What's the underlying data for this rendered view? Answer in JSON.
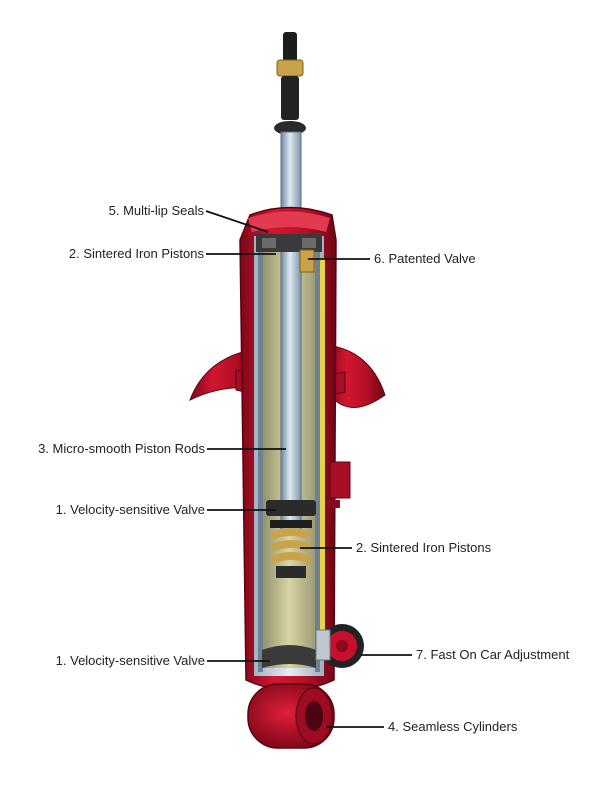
{
  "callouts": [
    {
      "id": "multi-lip-seals",
      "label": "5. Multi-lip Seals",
      "side": "left"
    },
    {
      "id": "sintered-iron-pistons-top",
      "label": "2. Sintered Iron Pistons",
      "side": "left"
    },
    {
      "id": "patented-valve",
      "label": "6. Patented Valve",
      "side": "right"
    },
    {
      "id": "micro-smooth-piston-rods",
      "label": "3. Micro-smooth Piston Rods",
      "side": "left"
    },
    {
      "id": "velocity-sensitive-valve-upper",
      "label": "1. Velocity-sensitive Valve",
      "side": "left"
    },
    {
      "id": "sintered-iron-pistons-lower",
      "label": "2. Sintered Iron Pistons",
      "side": "right"
    },
    {
      "id": "fast-on-car-adjustment",
      "label": "7. Fast On Car Adjustment",
      "side": "right"
    },
    {
      "id": "velocity-sensitive-valve-lower",
      "label": "1. Velocity-sensitive Valve",
      "side": "left"
    },
    {
      "id": "seamless-cylinders",
      "label": "4. Seamless Cylinders",
      "side": "right"
    }
  ],
  "colors": {
    "body_red": "#c8102e",
    "body_red_dark": "#8a0a1e",
    "rod_steel": "#a9bfd3",
    "oil_yellow": "#c9c28a",
    "leader": "#111111"
  }
}
